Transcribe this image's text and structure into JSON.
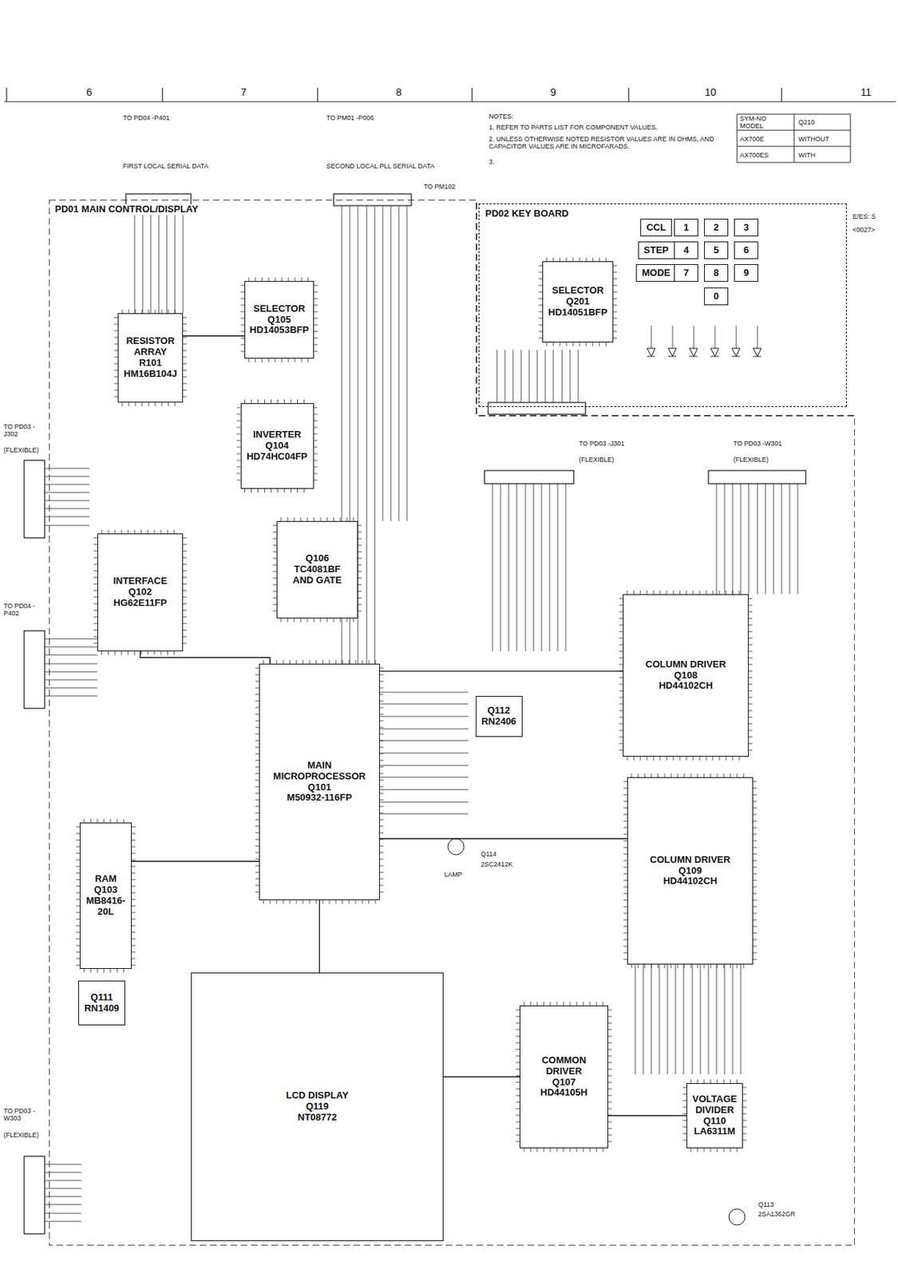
{
  "diagram": {
    "nodes": [
      {
        "text": [
          "PD01 MAIN CONTROL/DISPLAY"
        ]
      },
      {
        "text": [
          "PD02 KEY BOARD"
        ]
      },
      {
        "text": [
          "RESISTOR ARRAY",
          "R101",
          "HM16B104J"
        ],
        "in": 0
      },
      {
        "text": [
          "SELECTOR",
          "Q105",
          "HD14053BFP"
        ],
        "in": 0
      },
      {
        "text": [
          "INVERTER",
          "Q104",
          "HD74HC04FP"
        ],
        "in": 0
      },
      {
        "text": [
          "Q106",
          "TC4081BF",
          "AND GATE"
        ],
        "in": 0
      },
      {
        "text": [
          "INTERFACE",
          "Q102",
          "HG62E11FP"
        ],
        "in": 0
      },
      {
        "text": [
          "MAIN MICROPROCESSOR",
          "Q101",
          "M50932-116FP"
        ],
        "in": 0
      },
      {
        "text": [
          "RAM",
          "Q103",
          "MB8416-20L"
        ],
        "in": 0
      },
      {
        "text": [
          "Q111",
          "RN1409"
        ],
        "in": 0
      },
      {
        "text": [
          "Q112",
          "RN2406"
        ],
        "in": 0
      },
      {
        "text": [
          "LCD DISPLAY",
          "Q119",
          "NT08772"
        ],
        "in": 0
      },
      {
        "text": [
          "COMMON DRIVER",
          "Q107",
          "HD44105H"
        ],
        "in": 0
      },
      {
        "text": [
          "COLUMN DRIVER",
          "Q108",
          "HD44102CH"
        ],
        "in": 0
      },
      {
        "text": [
          "COLUMN DRIVER",
          "Q109",
          "HD44102CH"
        ],
        "in": 0
      },
      {
        "text": [
          "VOLTAGE DIVIDER",
          "Q110",
          "LA6311M"
        ],
        "in": 0
      },
      {
        "text": [
          "SELECTOR",
          "Q201",
          "HD14051BFP"
        ],
        "in": 1
      },
      {
        "text": [
          "CCL"
        ],
        "in": 1
      },
      {
        "text": [
          "STEP"
        ],
        "in": 1
      },
      {
        "text": [
          "MODE"
        ],
        "in": 1
      },
      {
        "text": [
          "1"
        ],
        "in": 1
      },
      {
        "text": [
          "2"
        ],
        "in": 1
      },
      {
        "text": [
          "3"
        ],
        "in": 1
      },
      {
        "text": [
          "4"
        ],
        "in": 1
      },
      {
        "text": [
          "5"
        ],
        "in": 1
      },
      {
        "text": [
          "6"
        ],
        "in": 1
      },
      {
        "text": [
          "7"
        ],
        "in": 1
      },
      {
        "text": [
          "8"
        ],
        "in": 1
      },
      {
        "text": [
          "9"
        ],
        "in": 1
      },
      {
        "text": [
          "0"
        ],
        "in": 1
      }
    ],
    "edges": [
      {
        "from": 2,
        "to": 3,
        "arrow": "none"
      },
      {
        "from": 6,
        "to": 7,
        "arrow": "none"
      },
      {
        "from": 7,
        "to": 8,
        "arrow": "none"
      },
      {
        "from": 7,
        "to": 13,
        "arrow": "none"
      },
      {
        "from": 7,
        "to": 14,
        "arrow": "none"
      },
      {
        "from": 7,
        "to": 11,
        "arrow": "none"
      },
      {
        "from": 12,
        "to": 11,
        "arrow": "none"
      },
      {
        "from": 15,
        "to": 12,
        "arrow": "none"
      }
    ],
    "labels": [
      "6",
      "7",
      "8",
      "9",
      "10",
      "11",
      "TO PD04 -P401",
      "FIRST LOCAL SERIAL DATA",
      "TO PM01 -P006",
      "SECOND LOCAL PLL SERIAL DATA",
      "TO PM102",
      "NOTES:",
      "1. REFER TO PARTS LIST FOR COMPONENT VALUES.",
      "2. UNLESS OTHERWISE NOTED RESISTOR VALUES ARE IN OHMS, AND CAPACITOR VALUES ARE IN MICROFARADS.",
      "3.",
      "SYM-NO",
      "MODEL",
      "Q210",
      "AX700E",
      "WITHOUT",
      "AX700ES",
      "WITH",
      "E/ES: S",
      "<0027>",
      "TO PD03 -J302",
      "(FLEXIBLE)",
      "TO PD04 -P402",
      "TO PD03 -W303",
      "(FLEXIBLE)",
      "TO PD03 -J301",
      "(FLEXIBLE)",
      "TO PD03 -W301",
      "(FLEXIBLE)",
      "LAMP",
      "Q114",
      "2SC2412K",
      "Q113",
      "2SA1362GR"
    ]
  }
}
